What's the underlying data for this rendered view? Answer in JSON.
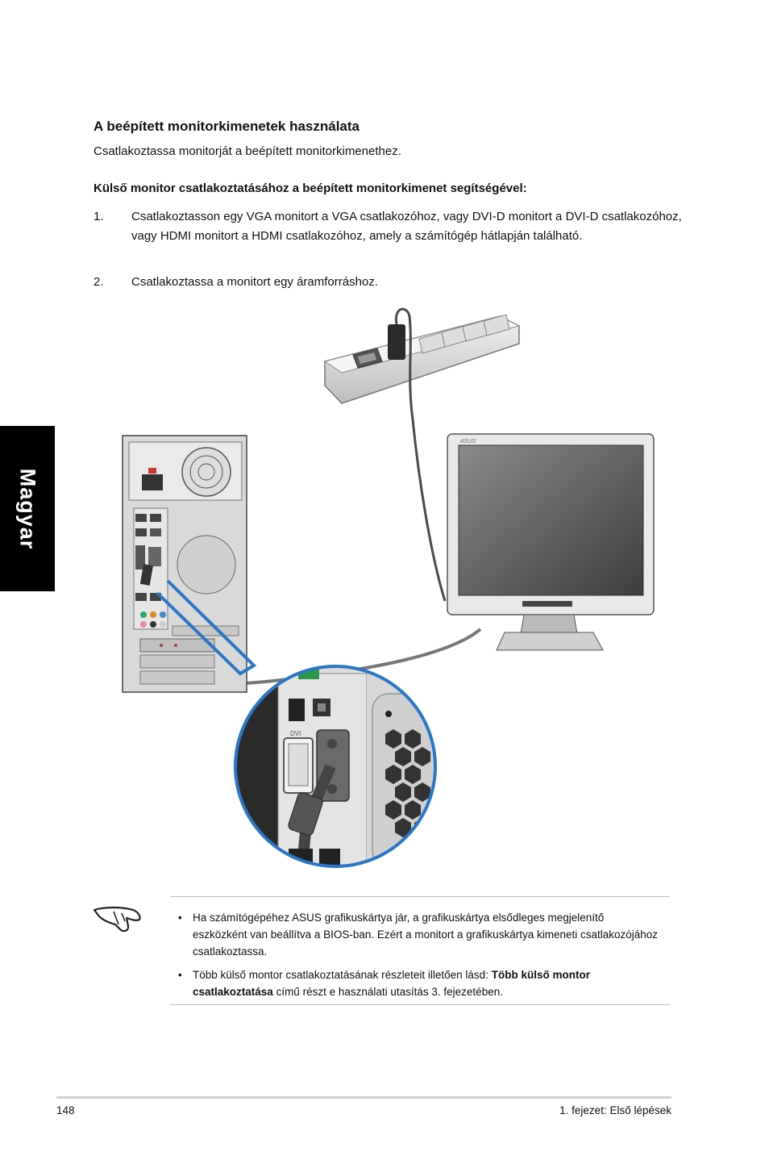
{
  "side_tab": {
    "label": "Magyar"
  },
  "section": {
    "title": "A beépített monitorkimenetek használata",
    "intro": "Csatlakoztassa monitorját a beépített monitorkimenethez."
  },
  "procedure": {
    "title": "Külső monitor csatlakoztatásához a beépített monitorkimenet segítségével:",
    "steps": [
      {
        "num": "1.",
        "text": "Csatlakoztasson egy VGA monitort a VGA csatlakozóhoz, vagy DVI-D monitort a DVI-D csatlakozóhoz, vagy HDMI monitort a HDMI csatlakozóhoz, amely a számítógép hátlapján található."
      },
      {
        "num": "2.",
        "text": "Csatlakoztassa a monitort egy áramforráshoz."
      }
    ]
  },
  "illustration": {
    "monitor_brand": "ASUS",
    "port_label": "DVI"
  },
  "note": {
    "icon": "pointing-hand-icon",
    "items": [
      {
        "text": "Ha számítógépéhez ASUS grafikuskártya jár, a grafikuskártya elsődleges megjelenítő eszközként van beállítva a BIOS-ban. Ezért a monitort a grafikuskártya kimeneti csatlakozójához csatlakoztassa."
      },
      {
        "text_before": "Több külső montor csatlakoztatásának részleteit illetően lásd: ",
        "bold": "Több külső montor csatlakoztatása",
        "text_after": " című részt e használati utasítás 3. fejezetében."
      }
    ]
  },
  "footer": {
    "page_number": "148",
    "chapter": "1. fejezet: Első lépések"
  }
}
